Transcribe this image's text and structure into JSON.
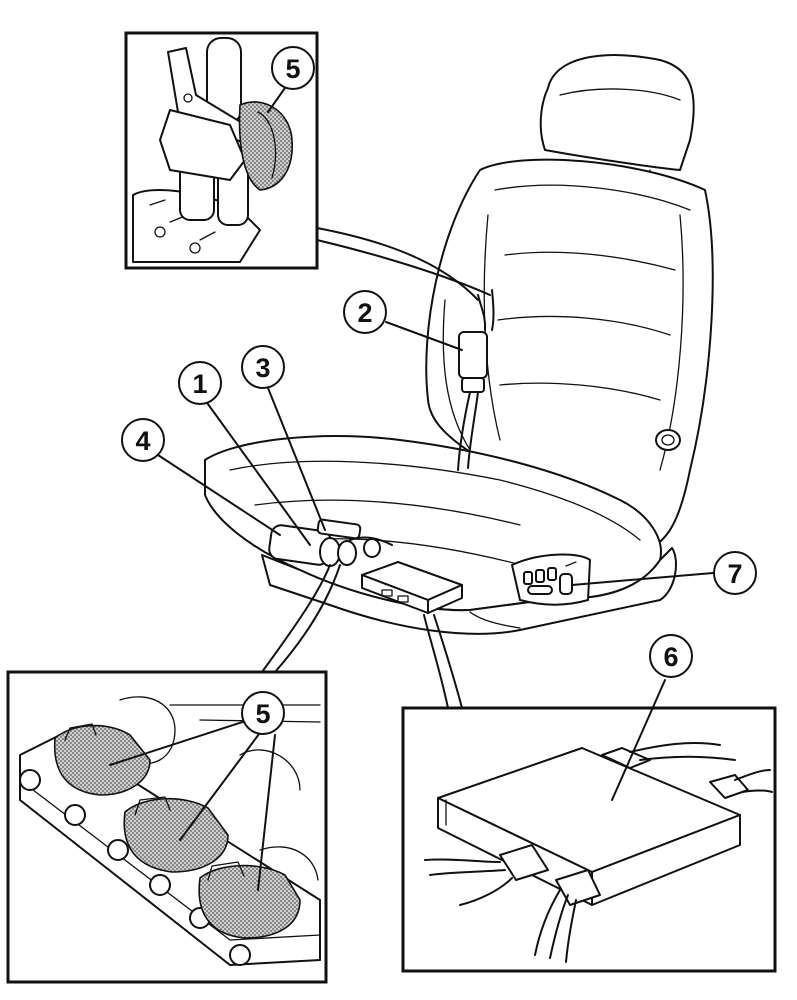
{
  "callouts": {
    "c1": "1",
    "c2": "2",
    "c3": "3",
    "c4": "4",
    "c5_top": "5",
    "c5_bottom": "5",
    "c6": "6",
    "c7": "7"
  },
  "colors": {
    "ink": "#111111",
    "paper": "#ffffff",
    "screen_tone": "#8a8a8a"
  }
}
